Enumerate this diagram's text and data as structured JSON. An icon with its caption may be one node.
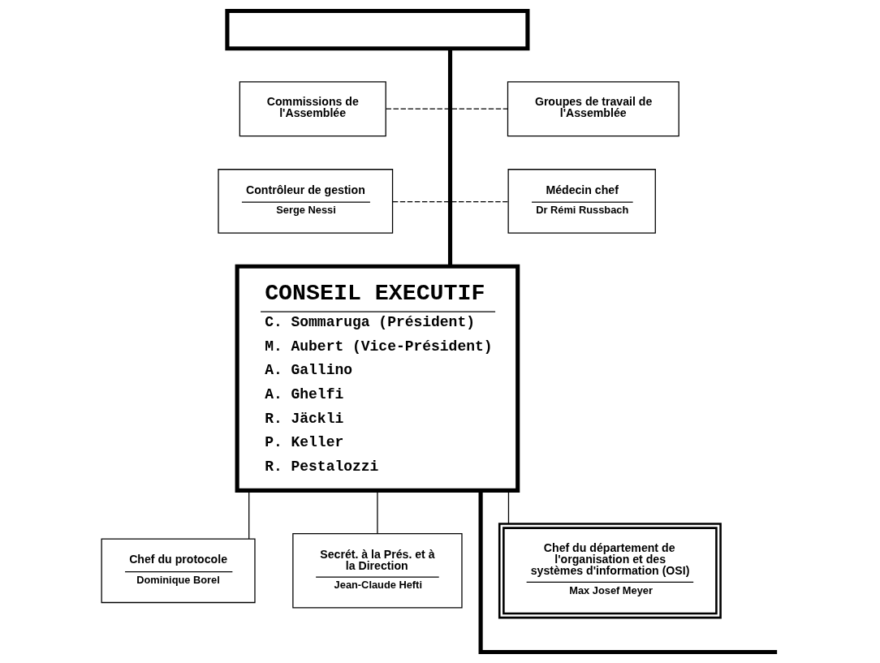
{
  "diagram": {
    "nodes": [
      {
        "text": [],
        "shape": "box"
      },
      {
        "text": [
          "Commissions de l'Assemblée"
        ]
      },
      {
        "text": [
          "Groupes de travail de l'Assemblée"
        ]
      },
      {
        "text": [
          "Contrôleur de gestion",
          "Serge Nessi"
        ]
      },
      {
        "text": [
          "Médecin chef",
          "Dr Rémi Russbach"
        ]
      },
      {
        "text": [
          "CONSEIL EXECUTIF",
          "C. Sommaruga (Président)",
          "M. Aubert (Vice-Président)",
          "A. Gallino",
          "A. Ghelfi",
          "R. Jäckli",
          "P. Keller",
          "R. Pestalozzi"
        ]
      },
      {
        "text": [
          "Chef du protocole",
          "Dominique Borel"
        ]
      },
      {
        "text": [
          "Secrét. à la Prés. et à la Direction",
          "Jean-Claude Hefti"
        ]
      },
      {
        "text": [
          "Chef du département de l'organisation et des systèmes d'information (OSI)",
          "Max Josef Meyer"
        ]
      }
    ],
    "edges": [
      {
        "from": 0,
        "to": 5,
        "arrow": "none",
        "style": "thick"
      },
      {
        "from": 1,
        "to": 2,
        "arrow": "none",
        "style": "dashed"
      },
      {
        "from": 3,
        "to": 4,
        "arrow": "none",
        "style": "dashed"
      },
      {
        "from": 5,
        "to": 6,
        "arrow": "none"
      },
      {
        "from": 5,
        "to": 7,
        "arrow": "none"
      },
      {
        "from": 5,
        "to": 8,
        "arrow": "none"
      },
      {
        "from": 5,
        "to": null,
        "arrow": "none",
        "style": "thick"
      }
    ]
  }
}
